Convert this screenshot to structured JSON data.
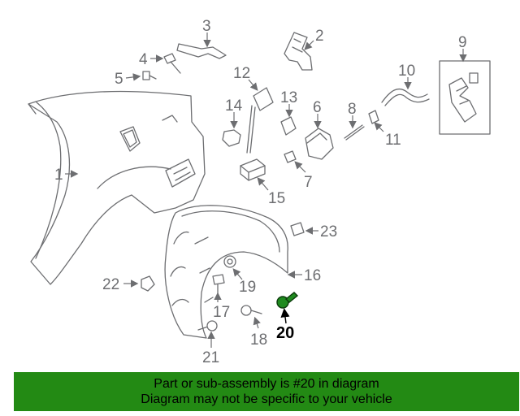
{
  "diagram": {
    "callouts": [
      "1",
      "2",
      "3",
      "4",
      "5",
      "6",
      "7",
      "8",
      "9",
      "10",
      "11",
      "12",
      "13",
      "14",
      "15",
      "16",
      "17",
      "18",
      "19",
      "20",
      "21",
      "22",
      "23"
    ],
    "highlighted_part": "20",
    "colors": {
      "highlight": "#238a14",
      "line": "#6d6e71"
    }
  },
  "banner": {
    "line1": "Part or sub-assembly is #20 in diagram",
    "line2": "Diagram may not be specific to your vehicle"
  }
}
